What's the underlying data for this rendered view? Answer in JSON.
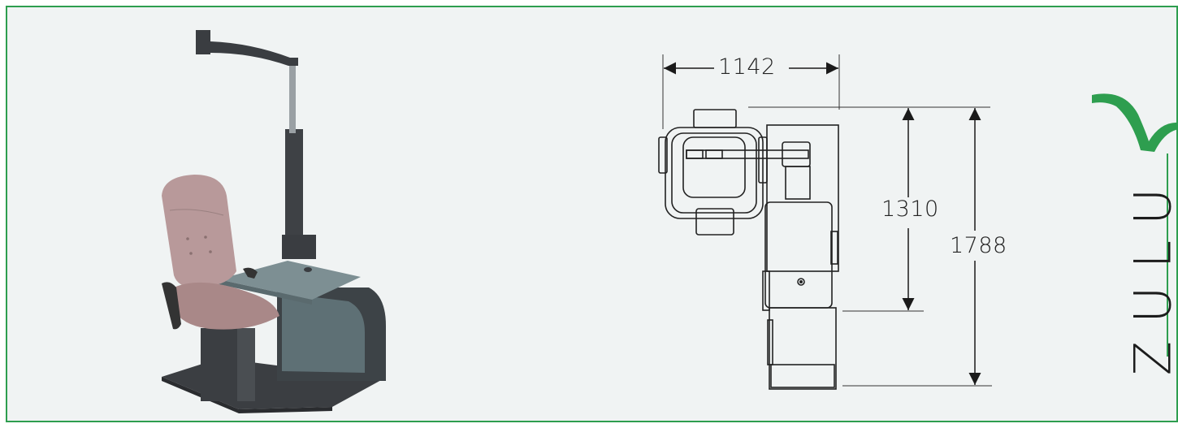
{
  "dimensions": {
    "width": "1142",
    "inner_height": "1310",
    "total_height": "1788"
  },
  "brand": {
    "name": "ZULU",
    "accent": "#2e9e4f"
  },
  "colors": {
    "frame_border": "#2e9e4f",
    "panel_bg": "#f0f3f3",
    "chair_upholstery": "#b8999a",
    "metal_dark": "#3b3e42",
    "table_top": "#7d8f93"
  }
}
